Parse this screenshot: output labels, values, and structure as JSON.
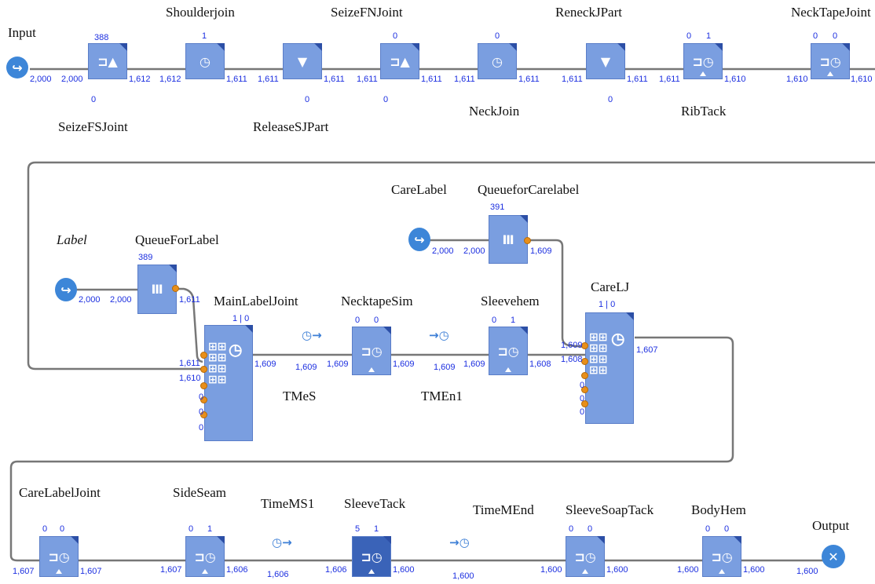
{
  "row1": {
    "input_label": "Input",
    "input_out": "2,000",
    "seizefs": {
      "label": "SeizeFSJoint",
      "top": "388",
      "bottom": "0",
      "in": "2,000",
      "out": "1,612"
    },
    "shoulder": {
      "label": "Shoulderjoin",
      "top": "1",
      "in": "1,612",
      "out": "1,611"
    },
    "release": {
      "label": "ReleaseSJPart",
      "bottom": "0",
      "in": "1,611",
      "out": "1,611"
    },
    "seizefn": {
      "label": "SeizeFNJoint",
      "top": "0",
      "bottom": "0",
      "in": "1,611",
      "out": "1,611"
    },
    "neckjoin": {
      "label": "NeckJoin",
      "top": "0",
      "in": "1,611",
      "out": "1,611"
    },
    "reneck": {
      "label": "ReneckJPart",
      "bottom": "0",
      "in": "1,611",
      "out": "1,611"
    },
    "ribtack": {
      "label": "RibTack",
      "top_a": "0",
      "top_b": "1",
      "in": "1,611",
      "out": "1,610"
    },
    "necktape": {
      "label": "NeckTapeJoint",
      "top_a": "0",
      "top_b": "0",
      "in": "1,610",
      "out": "1,610"
    }
  },
  "row2": {
    "label_src": {
      "label": "Label",
      "out": "2,000"
    },
    "queue_label": {
      "label": "QueueForLabel",
      "top": "389",
      "in": "2,000",
      "out": "1,611"
    },
    "care_src": {
      "label": "CareLabel",
      "out": "2,000"
    },
    "queue_care": {
      "label": "QueueforCarelabel",
      "top": "391",
      "in": "2,000",
      "out": "1,609"
    },
    "mainlabel": {
      "label": "MainLabelJoint",
      "top": "1 | 0",
      "in1": "1,611",
      "in2": "1,610",
      "z1": "0",
      "z2": "0",
      "z3": "0",
      "out": "1,609"
    },
    "tmes": {
      "label": "TMeS",
      "in": "1,609"
    },
    "necktapesim": {
      "label": "NecktapeSim",
      "top_a": "0",
      "top_b": "0",
      "in": "1,609",
      "out": "1,609"
    },
    "tmen1": {
      "label": "TMEn1",
      "in": "1,609"
    },
    "sleevehem": {
      "label": "Sleevehem",
      "top_a": "0",
      "top_b": "1",
      "in": "1,609",
      "out": "1,608"
    },
    "carelj": {
      "label": "CareLJ",
      "top": "1 | 0",
      "in1": "1,609",
      "in2": "1,608",
      "z1": "0",
      "z2": "0",
      "z3": "0",
      "out": "1,607"
    }
  },
  "row3": {
    "carelabeljoint": {
      "label": "CareLabelJoint",
      "top_a": "0",
      "top_b": "0",
      "in": "1,607",
      "out": "1,607"
    },
    "sideseam": {
      "label": "SideSeam",
      "top_a": "0",
      "top_b": "1",
      "in": "1,607",
      "out": "1,606"
    },
    "timems1": {
      "label": "TimeMS1",
      "in": "1,606"
    },
    "sleevetack": {
      "label": "SleeveTack",
      "top_a": "5",
      "top_b": "1",
      "in": "1,606",
      "out": "1,600"
    },
    "timemend": {
      "label": "TimeMEnd",
      "in": "1,600"
    },
    "soaptack": {
      "label": "SleeveSoapTack",
      "top_a": "0",
      "top_b": "0",
      "in": "1,600",
      "out": "1,600"
    },
    "bodyhem": {
      "label": "BodyHem",
      "top_a": "0",
      "top_b": "0",
      "in": "1,600",
      "out": "1,600"
    },
    "output": {
      "label": "Output",
      "in": "1,600"
    }
  }
}
